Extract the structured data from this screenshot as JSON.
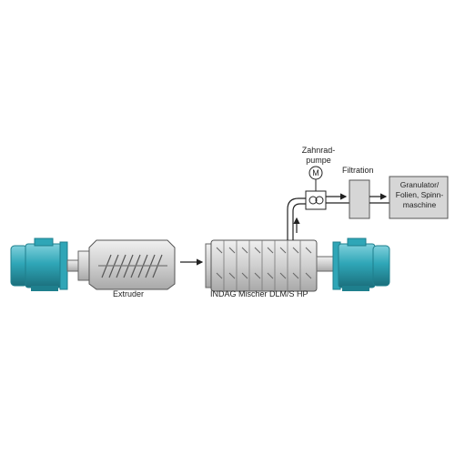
{
  "labels": {
    "extruder": "Extruder",
    "mixer": "INDAG Mischer DLM/S HP",
    "filtration": "Filtration",
    "pump_line1": "Zahnrad-",
    "pump_line2": "pumpe",
    "pump_motor_symbol": "M",
    "target_line1": "Granulator/",
    "target_line2": "Folien, Spinn-",
    "target_line3": "maschine"
  },
  "colors": {
    "motor": "#2fa6b7",
    "motor_dark": "#1e7f8d",
    "housing": "#d6d6d6",
    "outline": "#555555",
    "line": "#222222"
  },
  "icons": [
    "motor-left",
    "motor-right",
    "gear-pump-icon",
    "flow-arrow"
  ]
}
